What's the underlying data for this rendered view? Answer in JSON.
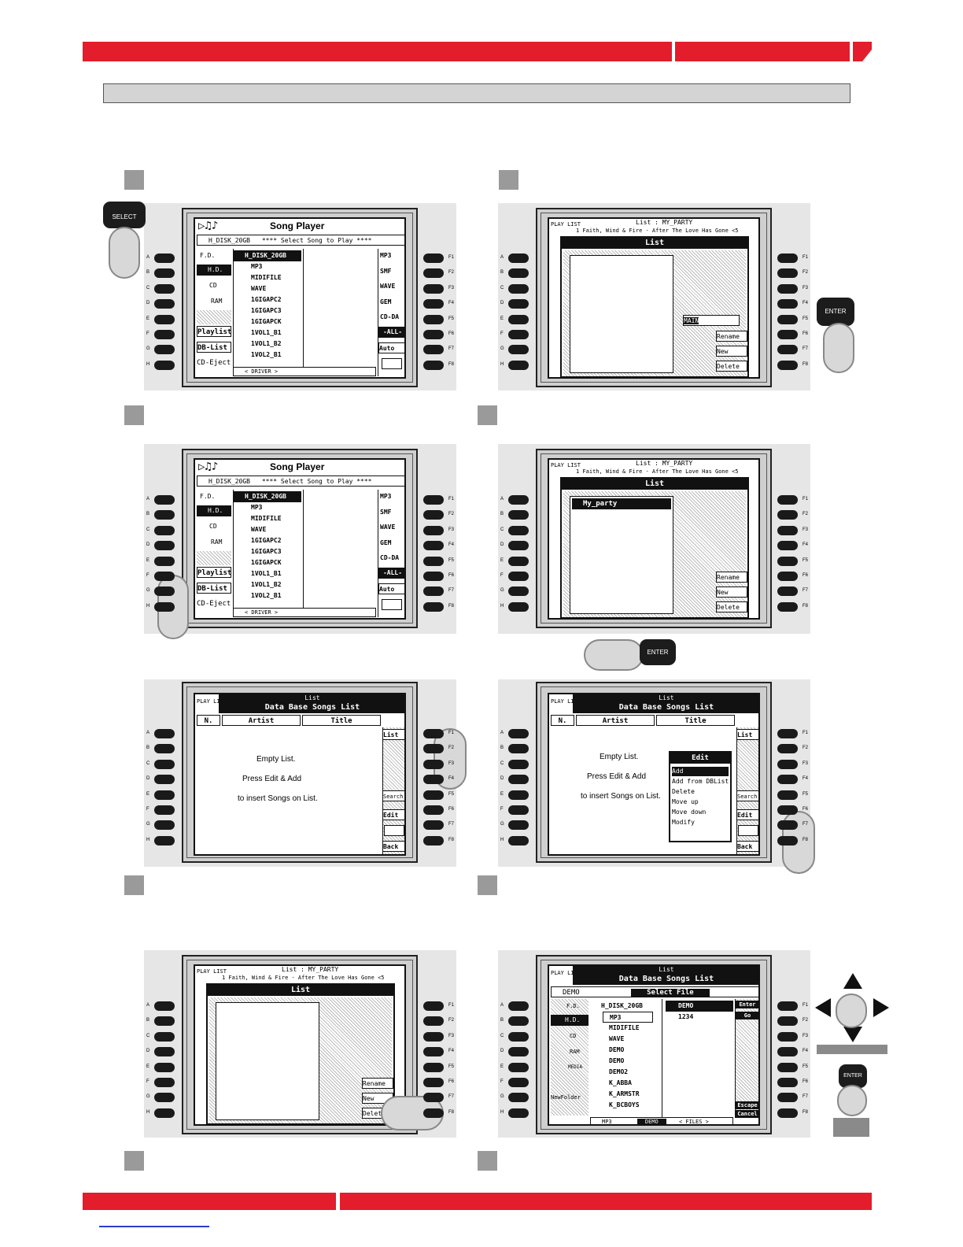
{
  "panels": {
    "song_player": {
      "title": "Song Player",
      "drive": "H_DISK_20GB",
      "hint": "**** Select Song to Play ****",
      "left_buttons": [
        "F.D.",
        "H.D.",
        "CD",
        "RAM",
        "",
        "Playlist",
        "DB-List",
        "CD-Eject"
      ],
      "files": [
        "H_DISK_20GB",
        "MP3",
        "MIDIFILE",
        "WAVE",
        "1GIGAPC2",
        "1GIGAPC3",
        "1GIGAPCK",
        "1VOL1_B1",
        "1VOL1_B2",
        "1VOL2_B1"
      ],
      "right_buttons": [
        "MP3",
        "SMF",
        "WAVE",
        "GEM",
        "CD-DA",
        "-ALL-",
        "Auto",
        ""
      ],
      "driver_label": "< DRIVER >"
    },
    "list_dialog": {
      "header": "List : MY_PARTY",
      "song_line": "1   Faith, Wind & Fire  -  After The Love Has Gone  <5",
      "title": "List",
      "input_value": "MAIN",
      "buttons": [
        "Rename",
        "New",
        "Delete"
      ],
      "item": "My_party"
    },
    "db_list": {
      "super_title": "List",
      "title": "Data Base Songs List",
      "columns": [
        "N.",
        "Artist",
        "Title"
      ],
      "empty_lines": [
        "Empty List.",
        "Press Edit & Add",
        "to insert Songs on List."
      ],
      "right_buttons": [
        "List",
        "",
        "",
        "",
        "Search",
        "Edit",
        "",
        "Back"
      ],
      "edit_menu_title": "Edit",
      "edit_menu_items": [
        "Add",
        "Add from DBList",
        "Delete",
        "Move up",
        "Move down",
        "Modify"
      ]
    },
    "select_file": {
      "super_title": "List",
      "title": "Data Base Songs List",
      "path": "DEMO",
      "subtitle": "Select File",
      "left_buttons": [
        "F.D.",
        "H.D.",
        "CD",
        "RAM",
        "MEDIA",
        "",
        "NewFolder",
        ""
      ],
      "files": [
        "H_DISK_20GB",
        "MP3",
        "MIDIFILE",
        "WAVE",
        "DEMO",
        "DEMO",
        "DEMO2",
        "K_ABBA",
        "K_ARMSTR",
        "K_BCBOYS"
      ],
      "sub_files": [
        "DEMO",
        "1234"
      ],
      "right_top": "Enter",
      "right_top2": "Go",
      "right_bottom": "Escape",
      "right_bottom2": "Cancel",
      "status": [
        "MP3",
        "DEMO",
        "< FILES >"
      ]
    }
  },
  "side_letters": [
    "A",
    "B",
    "C",
    "D",
    "E",
    "F",
    "G",
    "H"
  ],
  "side_f": [
    "F1",
    "F2",
    "F3",
    "F4",
    "F5",
    "F6",
    "F7",
    "F8"
  ],
  "keys": {
    "select": "SELECT",
    "enter": "ENTER"
  },
  "colors": {
    "brand_red": "#e31d2b",
    "step_grey": "#9a9a9a"
  }
}
